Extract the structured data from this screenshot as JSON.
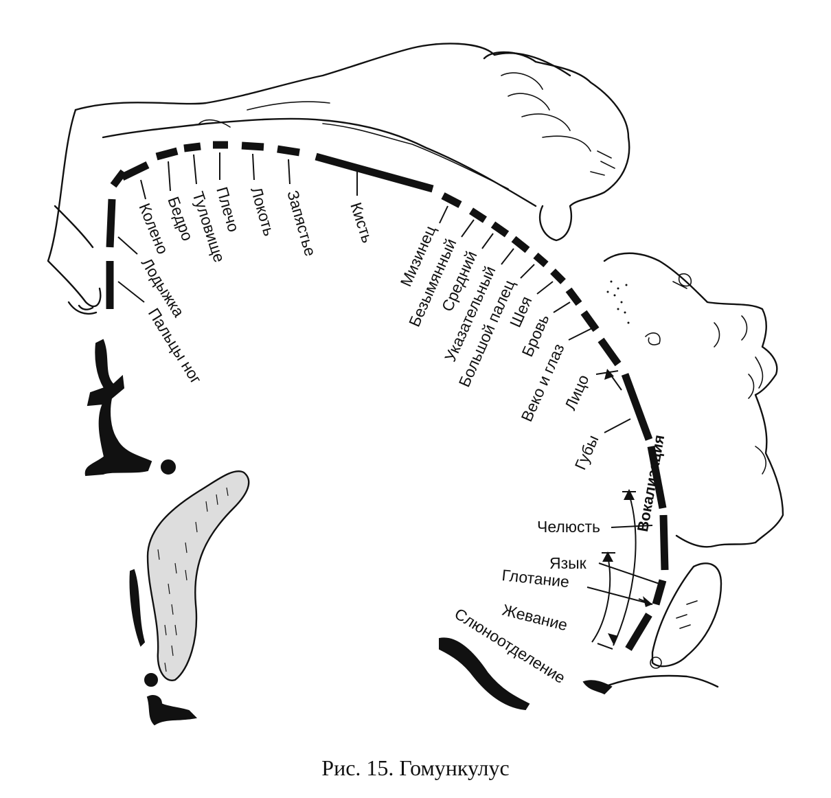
{
  "caption": "Рис. 15. Гомункулус",
  "labels": {
    "koleno": "Колено",
    "bedro": "Бедро",
    "tulovische": "Туловище",
    "plecho": "Плечо",
    "lokot": "Локоть",
    "zapyastie": "Запястье",
    "kist": "Кисть",
    "lodyzhka": "Лодыжка",
    "paltsy_nog": "Пальцы ног",
    "mizinets": "Мизинец",
    "bezymyanny": "Безымянный",
    "sredny": "Средний",
    "ukazatelny": "Указательный",
    "bolshoy_palets": "Большой палец",
    "sheya": "Шея",
    "brov": "Бровь",
    "veko_i_glaz": "Веко и глаз",
    "litso": "Лицо",
    "guby": "Губы",
    "vokalizatsiya": "Вокализация",
    "chelyust": "Челюсть",
    "yazyk": "Язык",
    "glotanie": "Глотание",
    "zhevanie": "Жевание",
    "slyunootdelenie": "Слюноотделение"
  }
}
